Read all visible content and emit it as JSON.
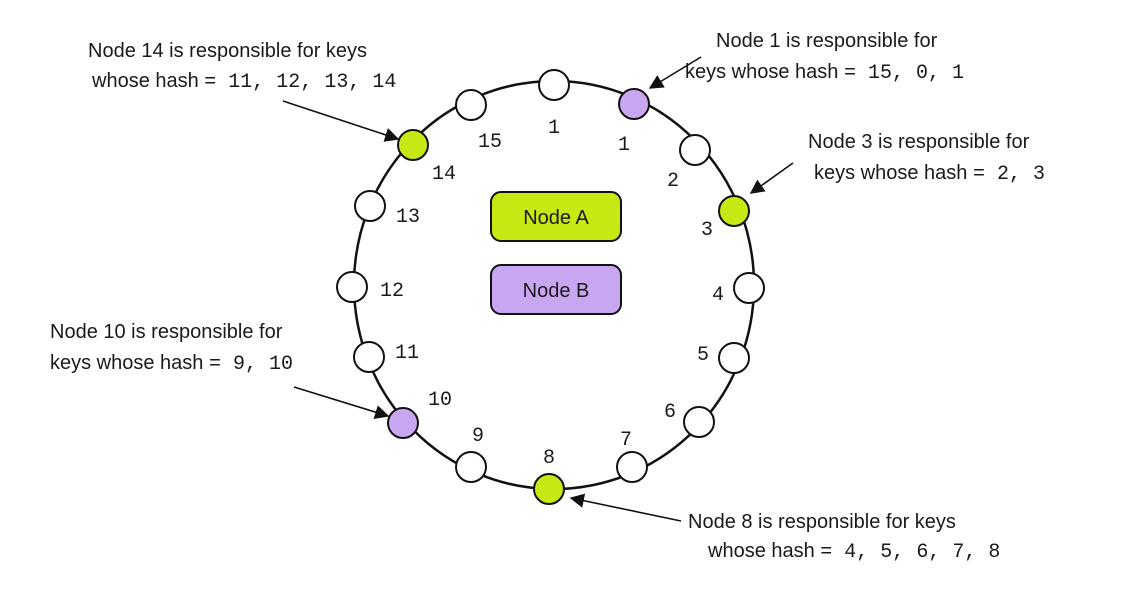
{
  "colors": {
    "node_a": "#c8e813",
    "node_b": "#c9a6f2",
    "empty": "#ffffff",
    "stroke": "#111111"
  },
  "legend": {
    "node_a": "Node A",
    "node_b": "Node B"
  },
  "ring": {
    "positions": [
      {
        "hash": "1",
        "owner": "none"
      },
      {
        "hash": "1",
        "owner": "B"
      },
      {
        "hash": "2",
        "owner": "none"
      },
      {
        "hash": "3",
        "owner": "A"
      },
      {
        "hash": "4",
        "owner": "none"
      },
      {
        "hash": "5",
        "owner": "none"
      },
      {
        "hash": "6",
        "owner": "none"
      },
      {
        "hash": "7",
        "owner": "none"
      },
      {
        "hash": "8",
        "owner": "A"
      },
      {
        "hash": "9",
        "owner": "none"
      },
      {
        "hash": "10",
        "owner": "B"
      },
      {
        "hash": "11",
        "owner": "none"
      },
      {
        "hash": "12",
        "owner": "none"
      },
      {
        "hash": "13",
        "owner": "none"
      },
      {
        "hash": "14",
        "owner": "A"
      },
      {
        "hash": "15",
        "owner": "none"
      }
    ]
  },
  "annotations": {
    "node14": {
      "line1_text": "Node 14 is responsible for keys",
      "line2_text": "whose hash ",
      "line2_mono": "= 11, 12, 13, 14"
    },
    "node1": {
      "line1_text": "Node 1 is responsible for",
      "line2_text": "keys whose hash ",
      "line2_mono": "= 15, 0, 1"
    },
    "node3": {
      "line1_text": "Node 3 is responsible for",
      "line2_text": "keys whose hash ",
      "line2_mono": "= 2, 3"
    },
    "node10": {
      "line1_text": "Node 10 is responsible for",
      "line2_text": "keys whose hash ",
      "line2_mono": "= 9, 10"
    },
    "node8": {
      "line1_text": "Node 8 is responsible for keys",
      "line2_text": "whose hash ",
      "line2_mono": "= 4, 5, 6, 7, 8"
    }
  }
}
